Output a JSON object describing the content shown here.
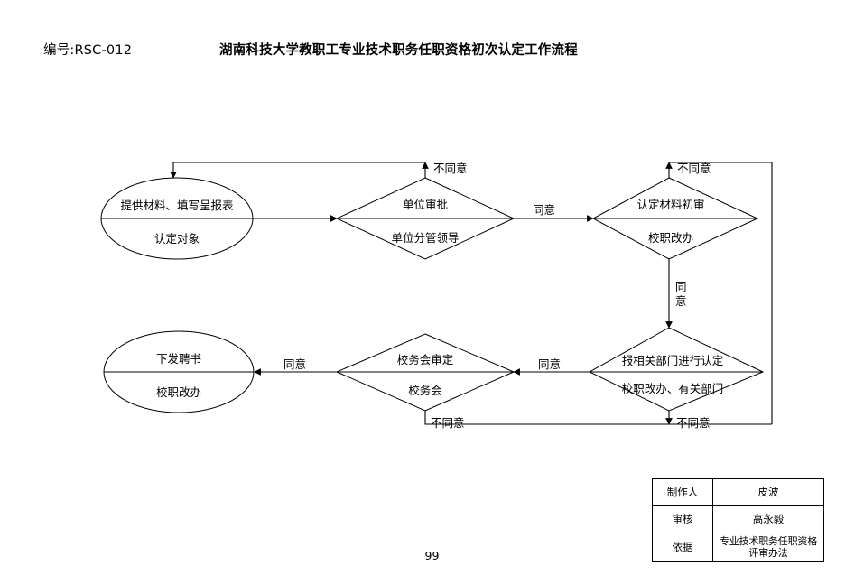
{
  "header": {
    "doc_code": "编号:RSC-012",
    "title": "湖南科技大学教职工专业技术职务任职资格初次认定工作流程"
  },
  "footer": {
    "page_number": "99"
  },
  "flowchart": {
    "nodes": [
      {
        "id": "start",
        "shape": "ellipse",
        "action": "提供材料、填写呈报表",
        "actor": "认定对象"
      },
      {
        "id": "unit-approval",
        "shape": "diamond",
        "action": "单位审批",
        "actor": "单位分管领导"
      },
      {
        "id": "first-review",
        "shape": "diamond",
        "action": "认定材料初审",
        "actor": "校职改办"
      },
      {
        "id": "report-depts",
        "shape": "diamond",
        "action": "报相关部门进行认定",
        "actor": "校职改办、有关部门"
      },
      {
        "id": "school-meeting",
        "shape": "diamond",
        "action": "校务会审定",
        "actor": "校务会"
      },
      {
        "id": "issue-letter",
        "shape": "ellipse",
        "action": "下发聘书",
        "actor": "校职改办"
      }
    ],
    "edge_labels": {
      "reject_unit_approval": "不同意",
      "agree_unit_to_review": "同意",
      "reject_first_review": "不同意",
      "agree_review_to_depts_1": "同",
      "agree_review_to_depts_2": "意",
      "reject_report_depts": "不同意",
      "agree_depts_to_meeting": "同意",
      "reject_school_meeting": "不同意",
      "agree_meeting_to_issue": "同意"
    }
  },
  "signature_table": {
    "rows": [
      {
        "label": "制作人",
        "value": "皮波"
      },
      {
        "label": "审核",
        "value": "高永毅"
      },
      {
        "label": "依据",
        "value": "专业技术职务任职资格\n评审办法"
      }
    ]
  }
}
